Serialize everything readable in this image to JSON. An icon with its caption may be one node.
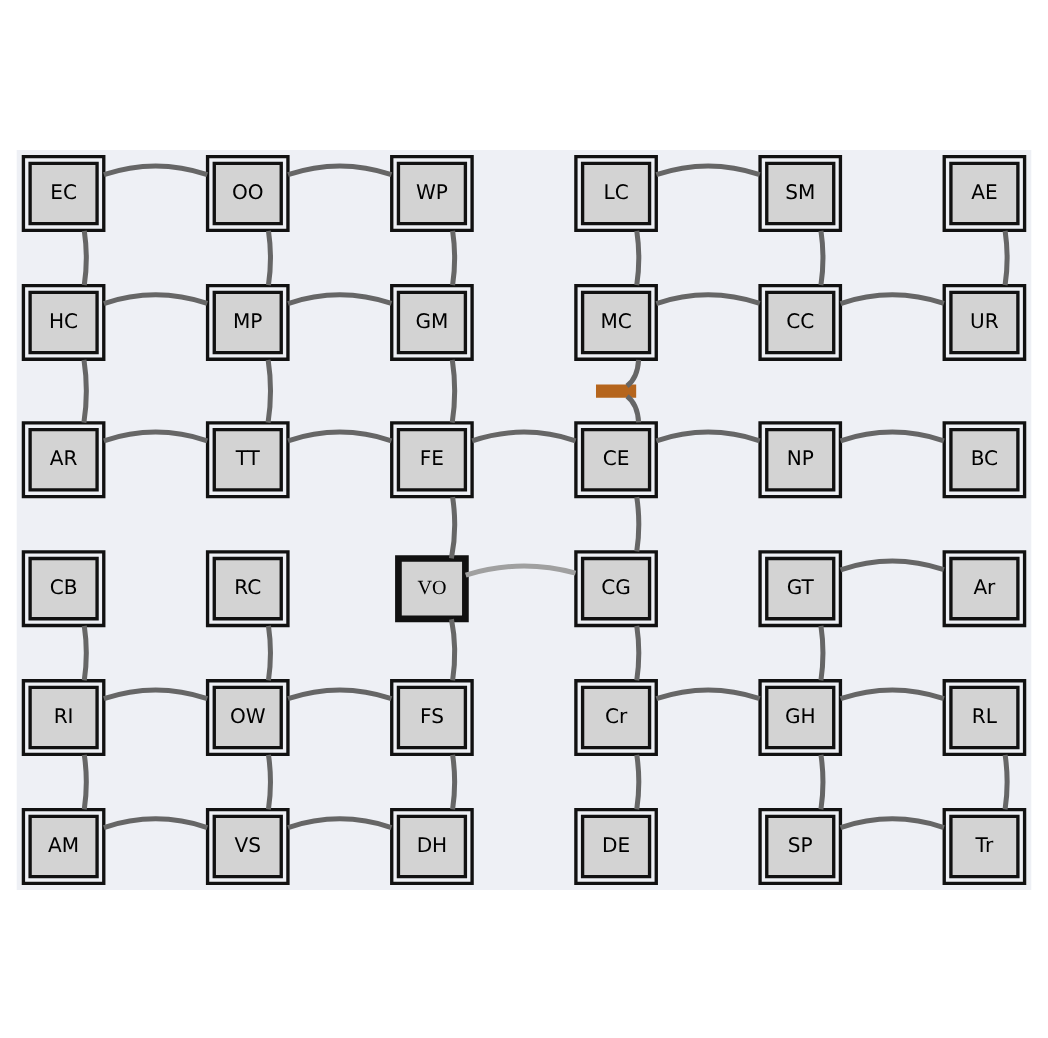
{
  "diagram": {
    "nodes": [
      {
        "text": [
          "EC"
        ]
      },
      {
        "text": [
          "OO"
        ]
      },
      {
        "text": [
          "WP"
        ]
      },
      {
        "text": [
          "LC"
        ]
      },
      {
        "text": [
          "SM"
        ]
      },
      {
        "text": [
          "AE"
        ]
      },
      {
        "text": [
          "HC"
        ]
      },
      {
        "text": [
          "MP"
        ]
      },
      {
        "text": [
          "GM"
        ]
      },
      {
        "text": [
          "MC"
        ]
      },
      {
        "text": [
          "CC"
        ]
      },
      {
        "text": [
          "UR"
        ]
      },
      {
        "text": [
          "AR"
        ]
      },
      {
        "text": [
          "TT"
        ]
      },
      {
        "text": [
          "FE"
        ]
      },
      {
        "text": [
          "CE"
        ]
      },
      {
        "text": [
          "NP"
        ]
      },
      {
        "text": [
          "BC"
        ]
      },
      {
        "text": [
          "CB"
        ]
      },
      {
        "text": [
          "RC"
        ]
      },
      {
        "text": [
          "VO"
        ]
      },
      {
        "text": [
          "CG"
        ]
      },
      {
        "text": [
          "GT"
        ]
      },
      {
        "text": [
          "Ar"
        ]
      },
      {
        "text": [
          "RI"
        ]
      },
      {
        "text": [
          "OW"
        ]
      },
      {
        "text": [
          "FS"
        ]
      },
      {
        "text": [
          "Cr"
        ]
      },
      {
        "text": [
          "GH"
        ]
      },
      {
        "text": [
          "RL"
        ]
      },
      {
        "text": [
          "AM"
        ]
      },
      {
        "text": [
          "VS"
        ]
      },
      {
        "text": [
          "DH"
        ]
      },
      {
        "text": [
          "DE"
        ]
      },
      {
        "text": [
          "SP"
        ]
      },
      {
        "text": [
          "Tr"
        ]
      },
      {
        "text": [],
        "shape": "bar"
      }
    ],
    "edges": [
      {
        "from": 0,
        "to": 1,
        "arrow": "none"
      },
      {
        "from": 1,
        "to": 2,
        "arrow": "none"
      },
      {
        "from": 3,
        "to": 4,
        "arrow": "none"
      },
      {
        "from": 0,
        "to": 6,
        "arrow": "none"
      },
      {
        "from": 1,
        "to": 7,
        "arrow": "none"
      },
      {
        "from": 2,
        "to": 8,
        "arrow": "none"
      },
      {
        "from": 3,
        "to": 9,
        "arrow": "none"
      },
      {
        "from": 4,
        "to": 10,
        "arrow": "none"
      },
      {
        "from": 5,
        "to": 11,
        "arrow": "none"
      },
      {
        "from": 6,
        "to": 7,
        "arrow": "none"
      },
      {
        "from": 7,
        "to": 8,
        "arrow": "none"
      },
      {
        "from": 9,
        "to": 10,
        "arrow": "none"
      },
      {
        "from": 10,
        "to": 11,
        "arrow": "none"
      },
      {
        "from": 6,
        "to": 12,
        "arrow": "none"
      },
      {
        "from": 7,
        "to": 13,
        "arrow": "none"
      },
      {
        "from": 8,
        "to": 14,
        "arrow": "none"
      },
      {
        "from": 9,
        "to": 36,
        "arrow": "none"
      },
      {
        "from": 36,
        "to": 15,
        "arrow": "none"
      },
      {
        "from": 12,
        "to": 13,
        "arrow": "none"
      },
      {
        "from": 13,
        "to": 14,
        "arrow": "none"
      },
      {
        "from": 14,
        "to": 15,
        "arrow": "none"
      },
      {
        "from": 15,
        "to": 16,
        "arrow": "none"
      },
      {
        "from": 16,
        "to": 17,
        "arrow": "none"
      },
      {
        "from": 14,
        "to": 20,
        "arrow": "none"
      },
      {
        "from": 15,
        "to": 21,
        "arrow": "none"
      },
      {
        "from": 20,
        "to": 21,
        "arrow": "none",
        "color": "#a0a0a0"
      },
      {
        "from": 22,
        "to": 23,
        "arrow": "none"
      },
      {
        "from": 18,
        "to": 24,
        "arrow": "none"
      },
      {
        "from": 19,
        "to": 25,
        "arrow": "none"
      },
      {
        "from": 20,
        "to": 26,
        "arrow": "none"
      },
      {
        "from": 21,
        "to": 27,
        "arrow": "none"
      },
      {
        "from": 22,
        "to": 28,
        "arrow": "none"
      },
      {
        "from": 24,
        "to": 25,
        "arrow": "none"
      },
      {
        "from": 25,
        "to": 26,
        "arrow": "none"
      },
      {
        "from": 27,
        "to": 28,
        "arrow": "none"
      },
      {
        "from": 28,
        "to": 29,
        "arrow": "none"
      },
      {
        "from": 24,
        "to": 30,
        "arrow": "none"
      },
      {
        "from": 25,
        "to": 31,
        "arrow": "none"
      },
      {
        "from": 26,
        "to": 32,
        "arrow": "none"
      },
      {
        "from": 27,
        "to": 33,
        "arrow": "none"
      },
      {
        "from": 28,
        "to": 34,
        "arrow": "none"
      },
      {
        "from": 29,
        "to": 35,
        "arrow": "none"
      },
      {
        "from": 30,
        "to": 31,
        "arrow": "none"
      },
      {
        "from": 31,
        "to": 32,
        "arrow": "none"
      },
      {
        "from": 34,
        "to": 35,
        "arrow": "none"
      }
    ]
  }
}
